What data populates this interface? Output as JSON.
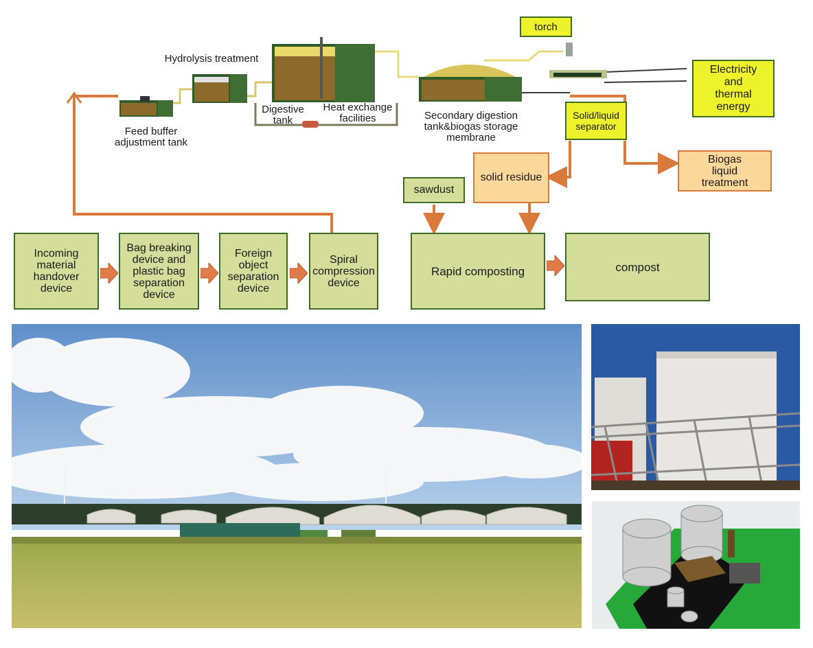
{
  "process": {
    "labels": {
      "hydrolysis": "Hydrolysis treatment",
      "feed_buffer": "Feed buffer\nadjustment tank",
      "digestive": "Digestive\ntank",
      "heat_exchange": "Heat exchange\nfacilities",
      "secondary": "Secondary digestion\ntank&biogas storage\nmembrane"
    },
    "torch": "torch",
    "electricity": "Electricity\nand\nthermal\nenergy",
    "separator": "Solid/liquid\nseparator",
    "biogas_liquid": "Biogas\nliquid\ntreatment",
    "solid_residue": "solid residue",
    "sawdust": "sawdust",
    "steps": [
      "Incoming\nmaterial\nhandover\ndevice",
      "Bag breaking\ndevice and\nplastic bag\nseparation\ndevice",
      "Foreign\nobject\nseparation\ndevice",
      "Spiral\ncompression\ndevice"
    ],
    "rapid_composting": "Rapid composting",
    "compost": "compost"
  },
  "colors": {
    "box_fill": "#d5dd9a",
    "box_border": "#3d6b22",
    "yellow": "#eef22a",
    "orange_fill": "#fbd79a",
    "orange_line": "#d9793a",
    "tank_green": "#2f5a2a",
    "slurry": "#c9a63a"
  },
  "icons": [
    "arrow-right-icon",
    "arrow-down-icon"
  ]
}
